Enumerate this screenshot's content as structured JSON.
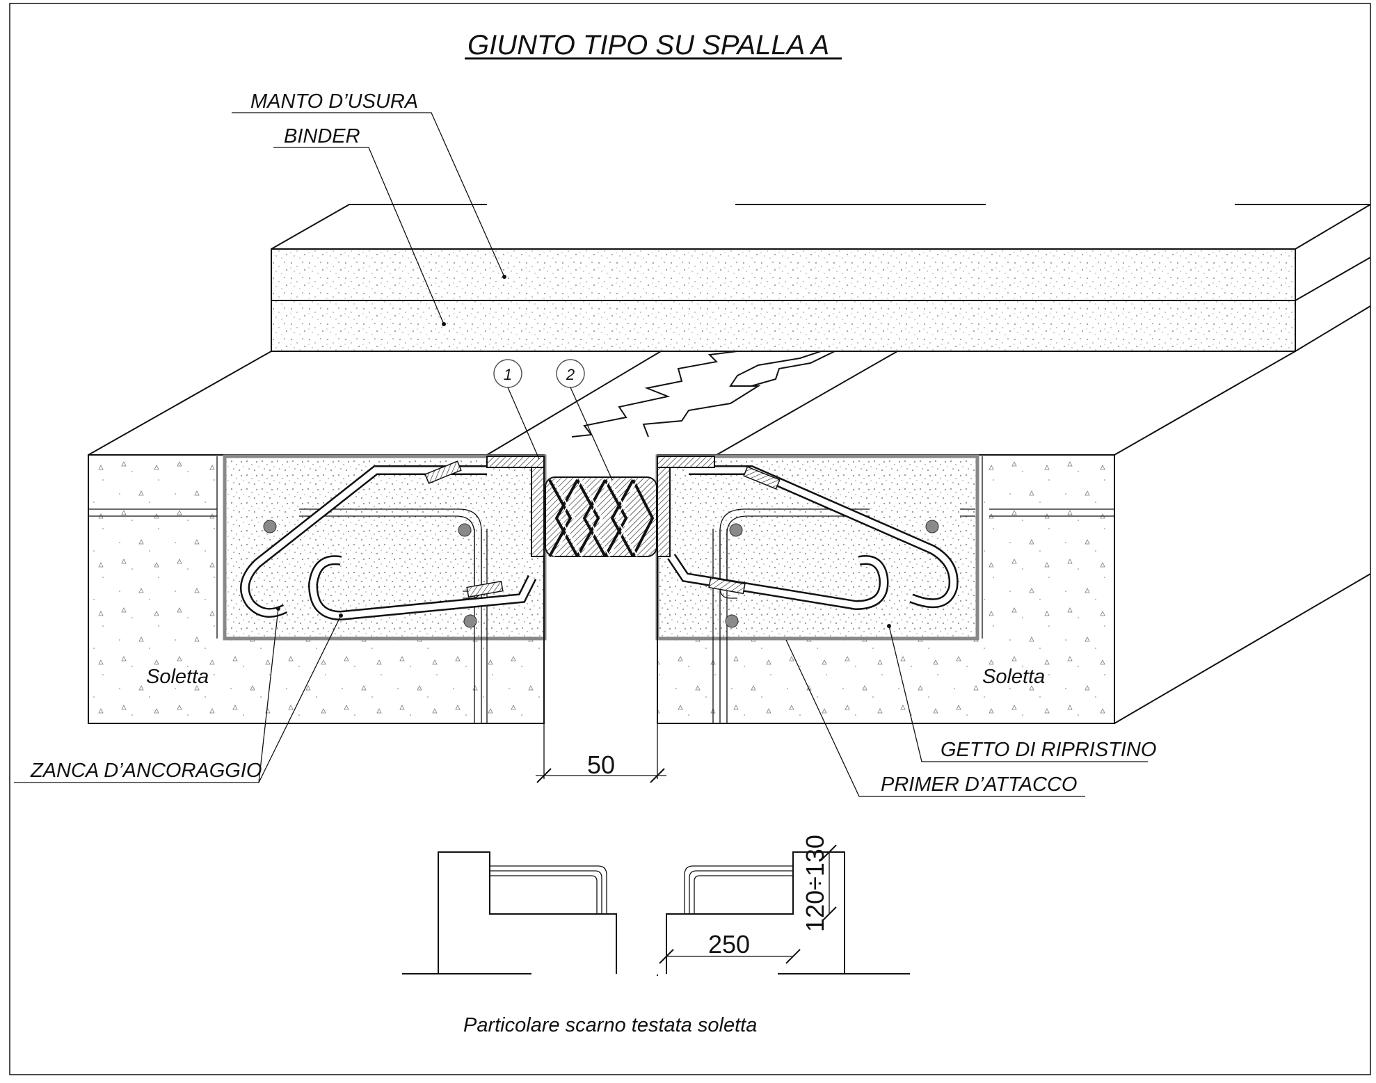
{
  "title": "GIUNTO TIPO SU SPALLA A",
  "labels": {
    "manto": "MANTO D’USURA",
    "binder": "BINDER",
    "soletta_left": "Soletta",
    "soletta_right": "Soletta",
    "zanca": "ZANCA D’ANCORAGGIO",
    "getto": "GETTO DI RIPRISTINO",
    "primer": "PRIMER D’ATTACCO"
  },
  "markers": [
    "1",
    "2"
  ],
  "dimensions": {
    "gap": "50",
    "width": "250",
    "height": "120÷130"
  },
  "caption": "Particolare scarno testata soletta",
  "colors": {
    "line": "#111111",
    "fill_speckle": "#eeeeee",
    "rebar": "#8a8a8a",
    "primer": "#888888"
  }
}
